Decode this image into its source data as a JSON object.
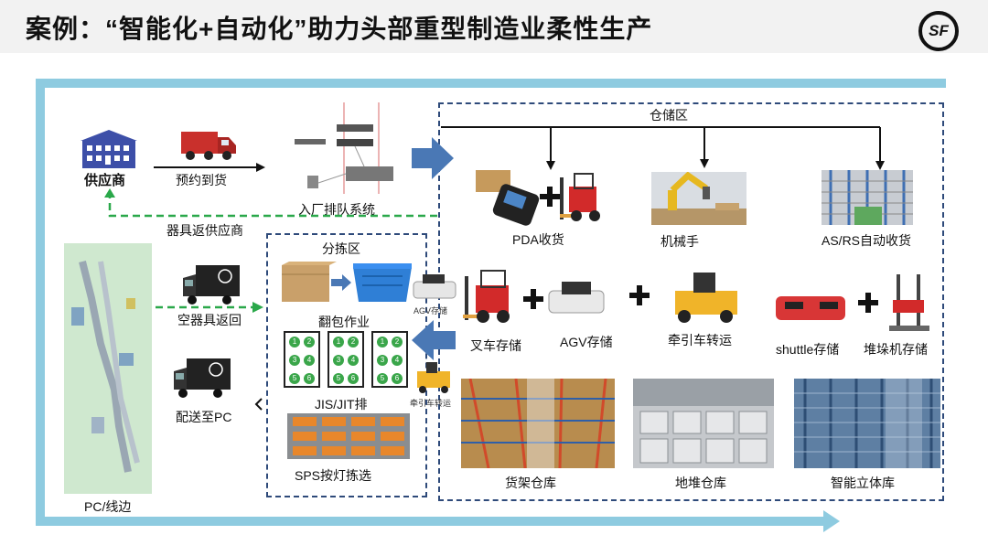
{
  "header": {
    "title": "案例：“智能化+自动化”助力头部重型制造业柔性生产",
    "logo_text": "SF"
  },
  "supplier": {
    "label": "供应商"
  },
  "flow": {
    "appointment": "预约到货",
    "entry_queue": "入厂排队系统",
    "return_supplier": "器具返供应商",
    "empty_return": "空器具返回",
    "deliver_pc": "配送至PC",
    "pc_line": "PC/线边"
  },
  "sorting_area": {
    "title": "分拣区",
    "repack": "翻包作业",
    "jis": "JIS/JIT排",
    "sps": "SPS按灯拣选",
    "rack_numbers": [
      "1",
      "2",
      "3",
      "4",
      "5",
      "6"
    ]
  },
  "warehouse": {
    "title": "仓储区",
    "pda": "PDA收货",
    "robot_arm": "机械手",
    "asrs": "AS/RS自动收货",
    "forklift": "叉车存储",
    "agv": "AGV存储",
    "tractor": "牵引车转运",
    "shuttle": "shuttle存储",
    "stacker": "堆垛机存储",
    "agv_small": "AGV存储",
    "tractor_small": "牵引车转运",
    "rack_wh": "货架仓库",
    "floor_wh": "地堆仓库",
    "smart_wh": "智能立体库"
  },
  "colors": {
    "frame": "#8ecbe0",
    "dashed": "#2e4a7a",
    "green_arrow": "#2aa84a",
    "blue_arrow": "#4a78b5"
  }
}
